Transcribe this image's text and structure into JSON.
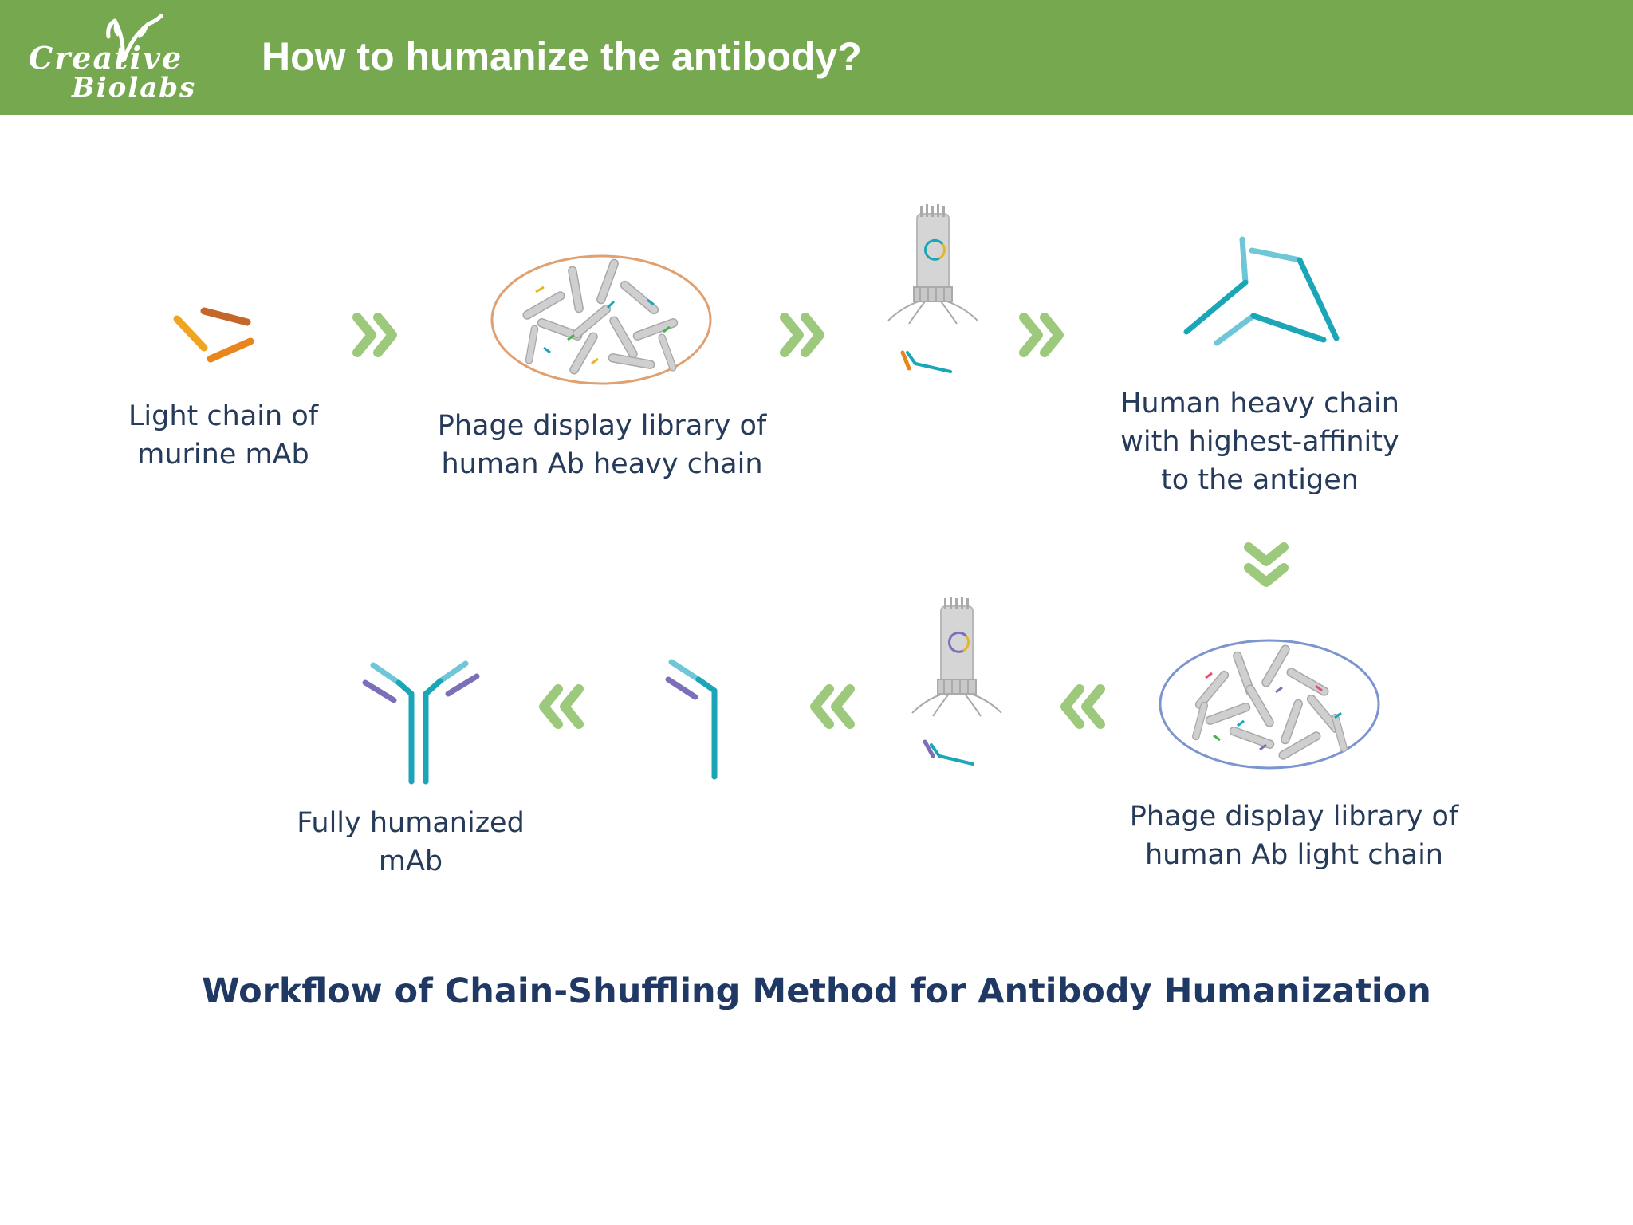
{
  "header": {
    "logo_line1": "Creative",
    "logo_line2": "Biolabs",
    "title": "How to humanize the antibody?"
  },
  "steps": {
    "light_chain_murine": [
      "Light chain of",
      "murine mAb"
    ],
    "heavy_library": [
      "Phage display library of",
      "human Ab heavy chain"
    ],
    "heavy_selected": [
      "Human heavy chain",
      "with highest-affinity",
      "to the antigen"
    ],
    "light_library": [
      "Phage display library of",
      "human Ab light chain"
    ],
    "humanized_mab": [
      "Fully humanized",
      "mAb"
    ]
  },
  "caption": "Workflow of Chain-Shuffling Method for Antibody Humanization",
  "colors": {
    "header_bg": "#76a84f",
    "arrow": "#9dc97d",
    "heavy_chain": "#1ba6b8",
    "murine_light_chain": "#e59a1c",
    "human_light_chain": "#7a6fb8",
    "heavy_library_outline": "#e0a070",
    "light_library_outline": "#7d95cf",
    "caption_text": "#1f3864"
  }
}
